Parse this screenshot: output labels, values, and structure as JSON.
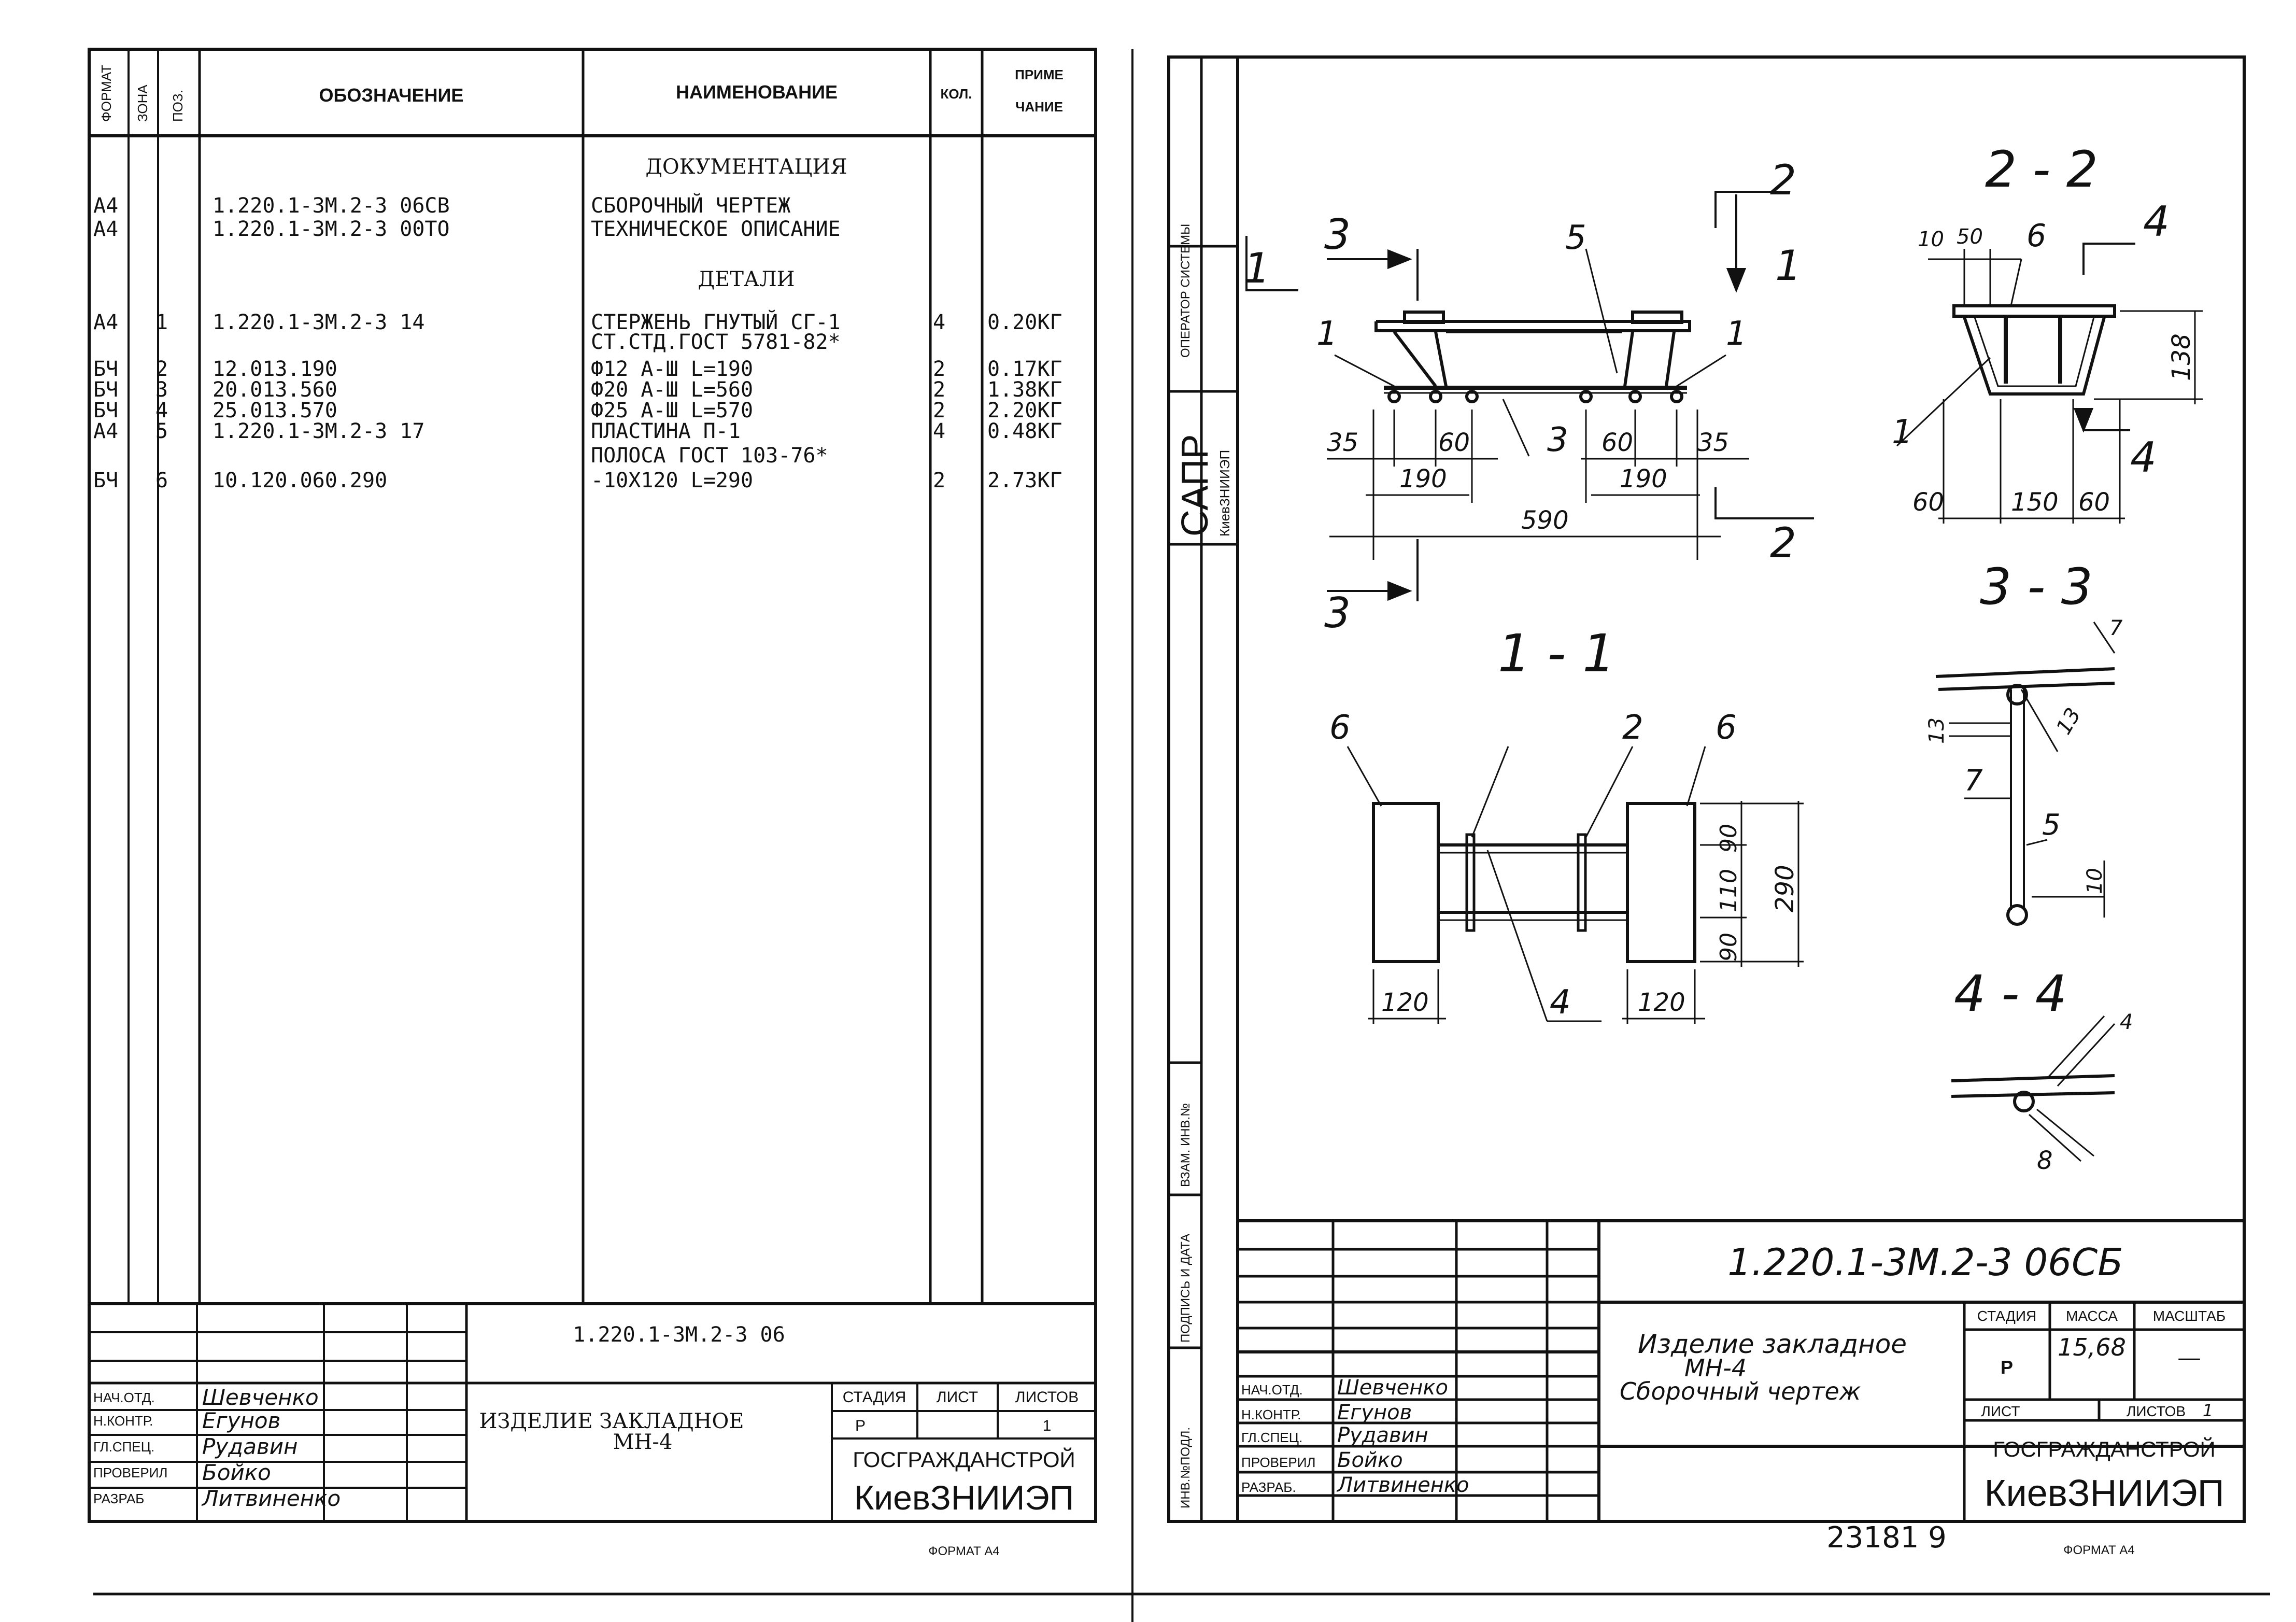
{
  "left_sheet": {
    "headers": {
      "format": "ФОРМАТ",
      "zone": "ЗОНА",
      "pos": "ПОЗ.",
      "designation": "ОБОЗНАЧЕНИЕ",
      "name": "НАИМЕНОВАНИЕ",
      "qty": "КОЛ.",
      "note_1": "ПРИМЕ",
      "note_2": "ЧАНИЕ"
    },
    "section_documentation": "ДОКУМЕНТАЦИЯ",
    "section_details": "ДЕТАЛИ",
    "rows": [
      {
        "format": "А4",
        "pos": "",
        "designation": "1.220.1-3М.2-3 06СВ",
        "name": "СБОРОЧНЫЙ ЧЕРТЕЖ",
        "qty": "",
        "note": ""
      },
      {
        "format": "А4",
        "pos": "",
        "designation": "1.220.1-3М.2-3 00ТО",
        "name": "ТЕХНИЧЕСКОЕ ОПИСАНИЕ",
        "qty": "",
        "note": ""
      },
      {
        "format": "А4",
        "pos": "1",
        "designation": "1.220.1-3М.2-3 14",
        "name": "СТЕРЖЕНЬ ГНУТЫЙ СГ-1",
        "qty": "4",
        "note": "0.20КГ"
      },
      {
        "format": "",
        "pos": "",
        "designation": "",
        "name": "СТ.СТД.ГОСТ 5781-82*",
        "qty": "",
        "note": ""
      },
      {
        "format": "БЧ",
        "pos": "2",
        "designation": "12.013.190",
        "name": "Ф12 А-Ш L=190",
        "qty": "2",
        "note": "0.17КГ"
      },
      {
        "format": "БЧ",
        "pos": "3",
        "designation": "20.013.560",
        "name": "Ф20 А-Ш L=560",
        "qty": "2",
        "note": "1.38КГ"
      },
      {
        "format": "БЧ",
        "pos": "4",
        "designation": "25.013.570",
        "name": "Ф25 А-Ш L=570",
        "qty": "2",
        "note": "2.20КГ"
      },
      {
        "format": "А4",
        "pos": "5",
        "designation": "1.220.1-3М.2-3 17",
        "name": "ПЛАСТИНА П-1",
        "qty": "4",
        "note": "0.48КГ"
      },
      {
        "format": "",
        "pos": "",
        "designation": "",
        "name": "ПОЛОСА ГОСТ 103-76*",
        "qty": "",
        "note": ""
      },
      {
        "format": "БЧ",
        "pos": "6",
        "designation": "10.120.060.290",
        "name": "-10Х120 L=290",
        "qty": "2",
        "note": "2.73КГ"
      }
    ],
    "title_block": {
      "code": "1.220.1-3М.2-3 06",
      "title_1": "ИЗДЕЛИЕ ЗАКЛАДНОЕ",
      "title_2": "МН-4",
      "stage_label": "СТАДИЯ",
      "sheet_label": "ЛИСТ",
      "sheets_label": "ЛИСТОВ",
      "stage": "Р",
      "sheets": "1",
      "org_1": "ГОСГРАЖДАНСТРОЙ",
      "org_2": "КиевЗНИИЭП",
      "roles": [
        "НАЧ.ОТД.",
        "Н.КОНТР.",
        "ГЛ.СПЕЦ.",
        "ПРОВЕРИЛ",
        "РАЗРАБ"
      ],
      "names": [
        "Шевченко",
        "Егунов",
        "Рудавин",
        "Бойко",
        "Литвиненко"
      ]
    },
    "format": "ФОРМАТ А4"
  },
  "right_sheet": {
    "side_labels": [
      "ОПЕРАТОР СИСТЕМЫ",
      "САПР",
      "КиевЗНИИЭП",
      "ВЗАМ. ИНВ.№",
      "ПОДПИСЬ И ДАТА",
      "ИНВ.№ПОДЛ."
    ],
    "section_labels": [
      "1 - 1",
      "2 - 2",
      "3 - 3",
      "4 - 4"
    ],
    "marks": {
      "cut_1": "1",
      "cut_2": "2",
      "cut_3": "3",
      "cut_4": "4",
      "p1": "1",
      "p2": "2",
      "p3": "3",
      "p4": "4",
      "p5": "5",
      "p6": "6"
    },
    "dims": {
      "d35": "35",
      "d60": "60",
      "d190": "190",
      "d590": "590",
      "d10": "10",
      "d50": "50",
      "d138": "138",
      "d150": "150",
      "d7": "7",
      "d13": "13",
      "d8": "8",
      "d120": "120",
      "d90": "90",
      "d110": "110",
      "d290": "290"
    },
    "title_block": {
      "code": "1.220.1-3М.2-3  06СБ",
      "title_1": "Изделие закладное",
      "title_2": "МН-4",
      "title_3": "Сборочный чертеж",
      "stage_label": "СТАДИЯ",
      "mass_label": "МАССА",
      "scale_label": "МАСШТАБ",
      "stage": "Р",
      "mass": "15,68",
      "scale": "—",
      "sheet_label": "ЛИСТ",
      "sheets_label": "ЛИСТОВ",
      "sheets": "1",
      "org_1": "ГОСГРАЖДАНСТРОЙ",
      "org_2": "КиевЗНИИЭП",
      "roles": [
        "НАЧ.ОТД.",
        "Н.КОНТР.",
        "ГЛ.СПЕЦ.",
        "ПРОВЕРИЛ",
        "РАЗРАБ."
      ],
      "names": [
        "Шевченко",
        "Егунов",
        "Рудавин",
        "Бойко",
        "Литвиненко"
      ]
    },
    "stamp": "23181  9",
    "format": "ФОРМАТ А4"
  }
}
